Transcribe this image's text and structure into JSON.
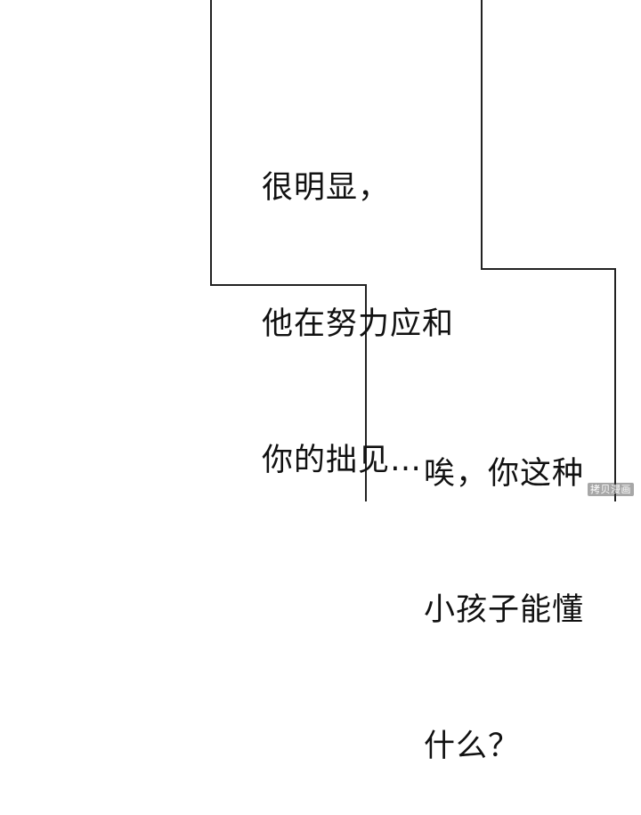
{
  "panels": {
    "top_speech": {
      "lines": [
        "很明显，",
        "他在努力应和",
        "你的拙见…"
      ]
    },
    "bottom_speech": {
      "lines": [
        "唉，你这种",
        "小孩子能懂",
        "什么？"
      ]
    }
  },
  "watermark": {
    "text": "拷贝漫画"
  },
  "colors": {
    "background": "#ffffff",
    "border": "#222222",
    "text": "#111111"
  }
}
